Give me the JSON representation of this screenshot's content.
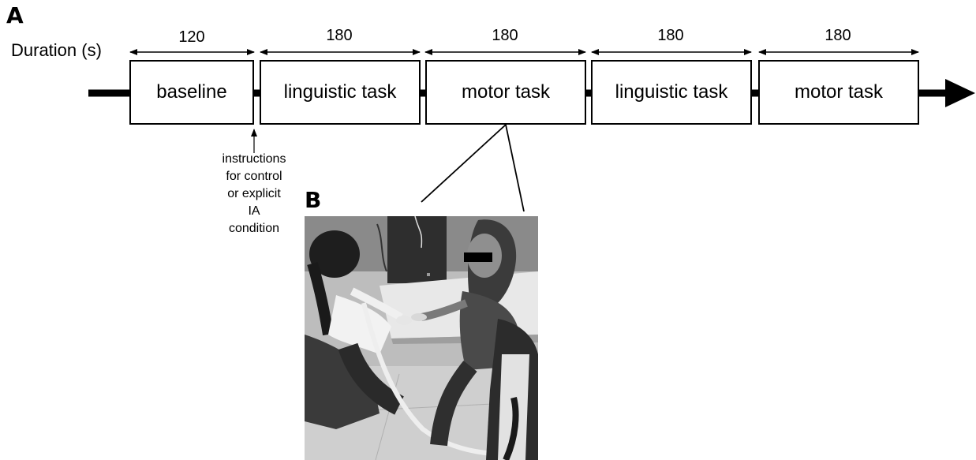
{
  "panel_a": {
    "label": "A",
    "duration_label": "Duration (s)",
    "phases": [
      {
        "duration": "120",
        "label": "baseline"
      },
      {
        "duration": "180",
        "label": "linguistic task"
      },
      {
        "duration": "180",
        "label": "motor task"
      },
      {
        "duration": "180",
        "label": "linguistic task"
      },
      {
        "duration": "180",
        "label": "motor task"
      }
    ],
    "instructions_note": [
      "instructions",
      "for control",
      "or explicit",
      "IA",
      "condition"
    ]
  },
  "panel_b": {
    "label": "B",
    "photo": "two-participants-seated-at-table-photo"
  }
}
